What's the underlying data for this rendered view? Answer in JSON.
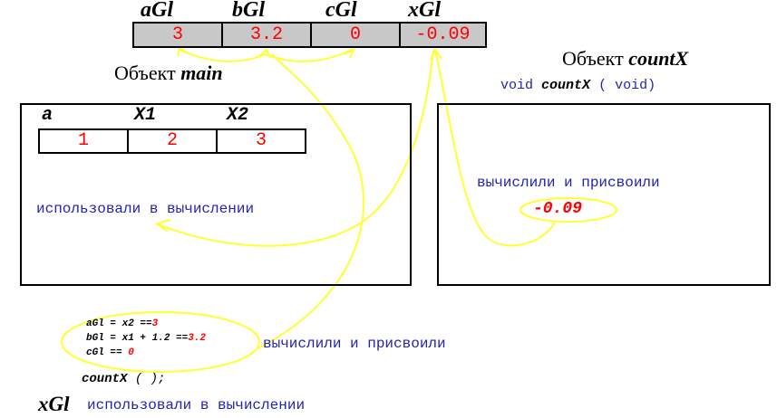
{
  "globals": {
    "headers": [
      "aGl",
      "bGl",
      "cGl",
      "xGl"
    ],
    "values": [
      "3",
      "3.2",
      "0",
      "-0.09"
    ]
  },
  "main": {
    "title_word": "Объект",
    "title_name": "main",
    "headers": [
      "a",
      "X1",
      "X2"
    ],
    "values": [
      "1",
      "2",
      "3"
    ],
    "used_text": "использовали в вычислении"
  },
  "countX": {
    "title_word": "Объект",
    "title_name": "countX",
    "signature_type": "void",
    "signature_name": "countX",
    "signature_args": "( void)",
    "computed_text": "вычислили и присвоили",
    "result_value": "-0.09"
  },
  "code": {
    "line1_code": "aGl  = x2 ==",
    "line1_value": "3",
    "line2_code": "bGl  = x1 + 1.2 ==",
    "line2_value": "3.2",
    "line3_code": "cGl  ==",
    "line3_value": "0",
    "computed_text": "вычислили и присвоили",
    "call_name": "countX",
    "call_args": "(   );",
    "xgl_label": "xGl",
    "xgl_text": "использовали в вычислении"
  },
  "colors": {
    "value_red": "#ff0000",
    "text_blue": "#2323b4",
    "arrow_yellow": "#ffff33",
    "cell_gray": "#c8c8c8"
  }
}
